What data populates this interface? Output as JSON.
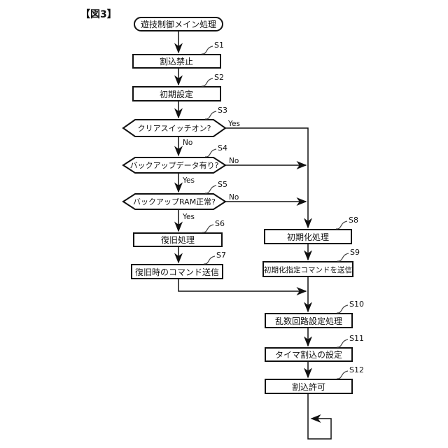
{
  "figure_label": "【図3】",
  "colors": {
    "line": "#111111",
    "background": "#ffffff"
  },
  "flowchart": {
    "start": {
      "label": "遊技制御メイン処理",
      "type": "terminal"
    },
    "steps": [
      {
        "id": "S1",
        "label": "割込禁止",
        "type": "process"
      },
      {
        "id": "S2",
        "label": "初期設定",
        "type": "process"
      },
      {
        "id": "S3",
        "label": "クリアスイッチオン?",
        "type": "decision",
        "yes": "right-to-S8",
        "no": "down-to-S4"
      },
      {
        "id": "S4",
        "label": "バックアップデータ有り?",
        "type": "decision",
        "yes": "down-to-S5",
        "no": "right-to-S8"
      },
      {
        "id": "S5",
        "label": "バックアップRAM正常?",
        "type": "decision",
        "yes": "down-to-S6",
        "no": "right-to-S8"
      },
      {
        "id": "S6",
        "label": "復旧処理",
        "type": "process"
      },
      {
        "id": "S7",
        "label": "復旧時のコマンド送信",
        "type": "process"
      },
      {
        "id": "S8",
        "label": "初期化処理",
        "type": "process"
      },
      {
        "id": "S9",
        "label": "初期化指定コマンドを送信",
        "type": "process"
      },
      {
        "id": "S10",
        "label": "乱数回路設定処理",
        "type": "process"
      },
      {
        "id": "S11",
        "label": "タイマ割込の設定",
        "type": "process"
      },
      {
        "id": "S12",
        "label": "割込許可",
        "type": "process"
      }
    ],
    "branch_labels": {
      "yes": "Yes",
      "no": "No"
    }
  }
}
